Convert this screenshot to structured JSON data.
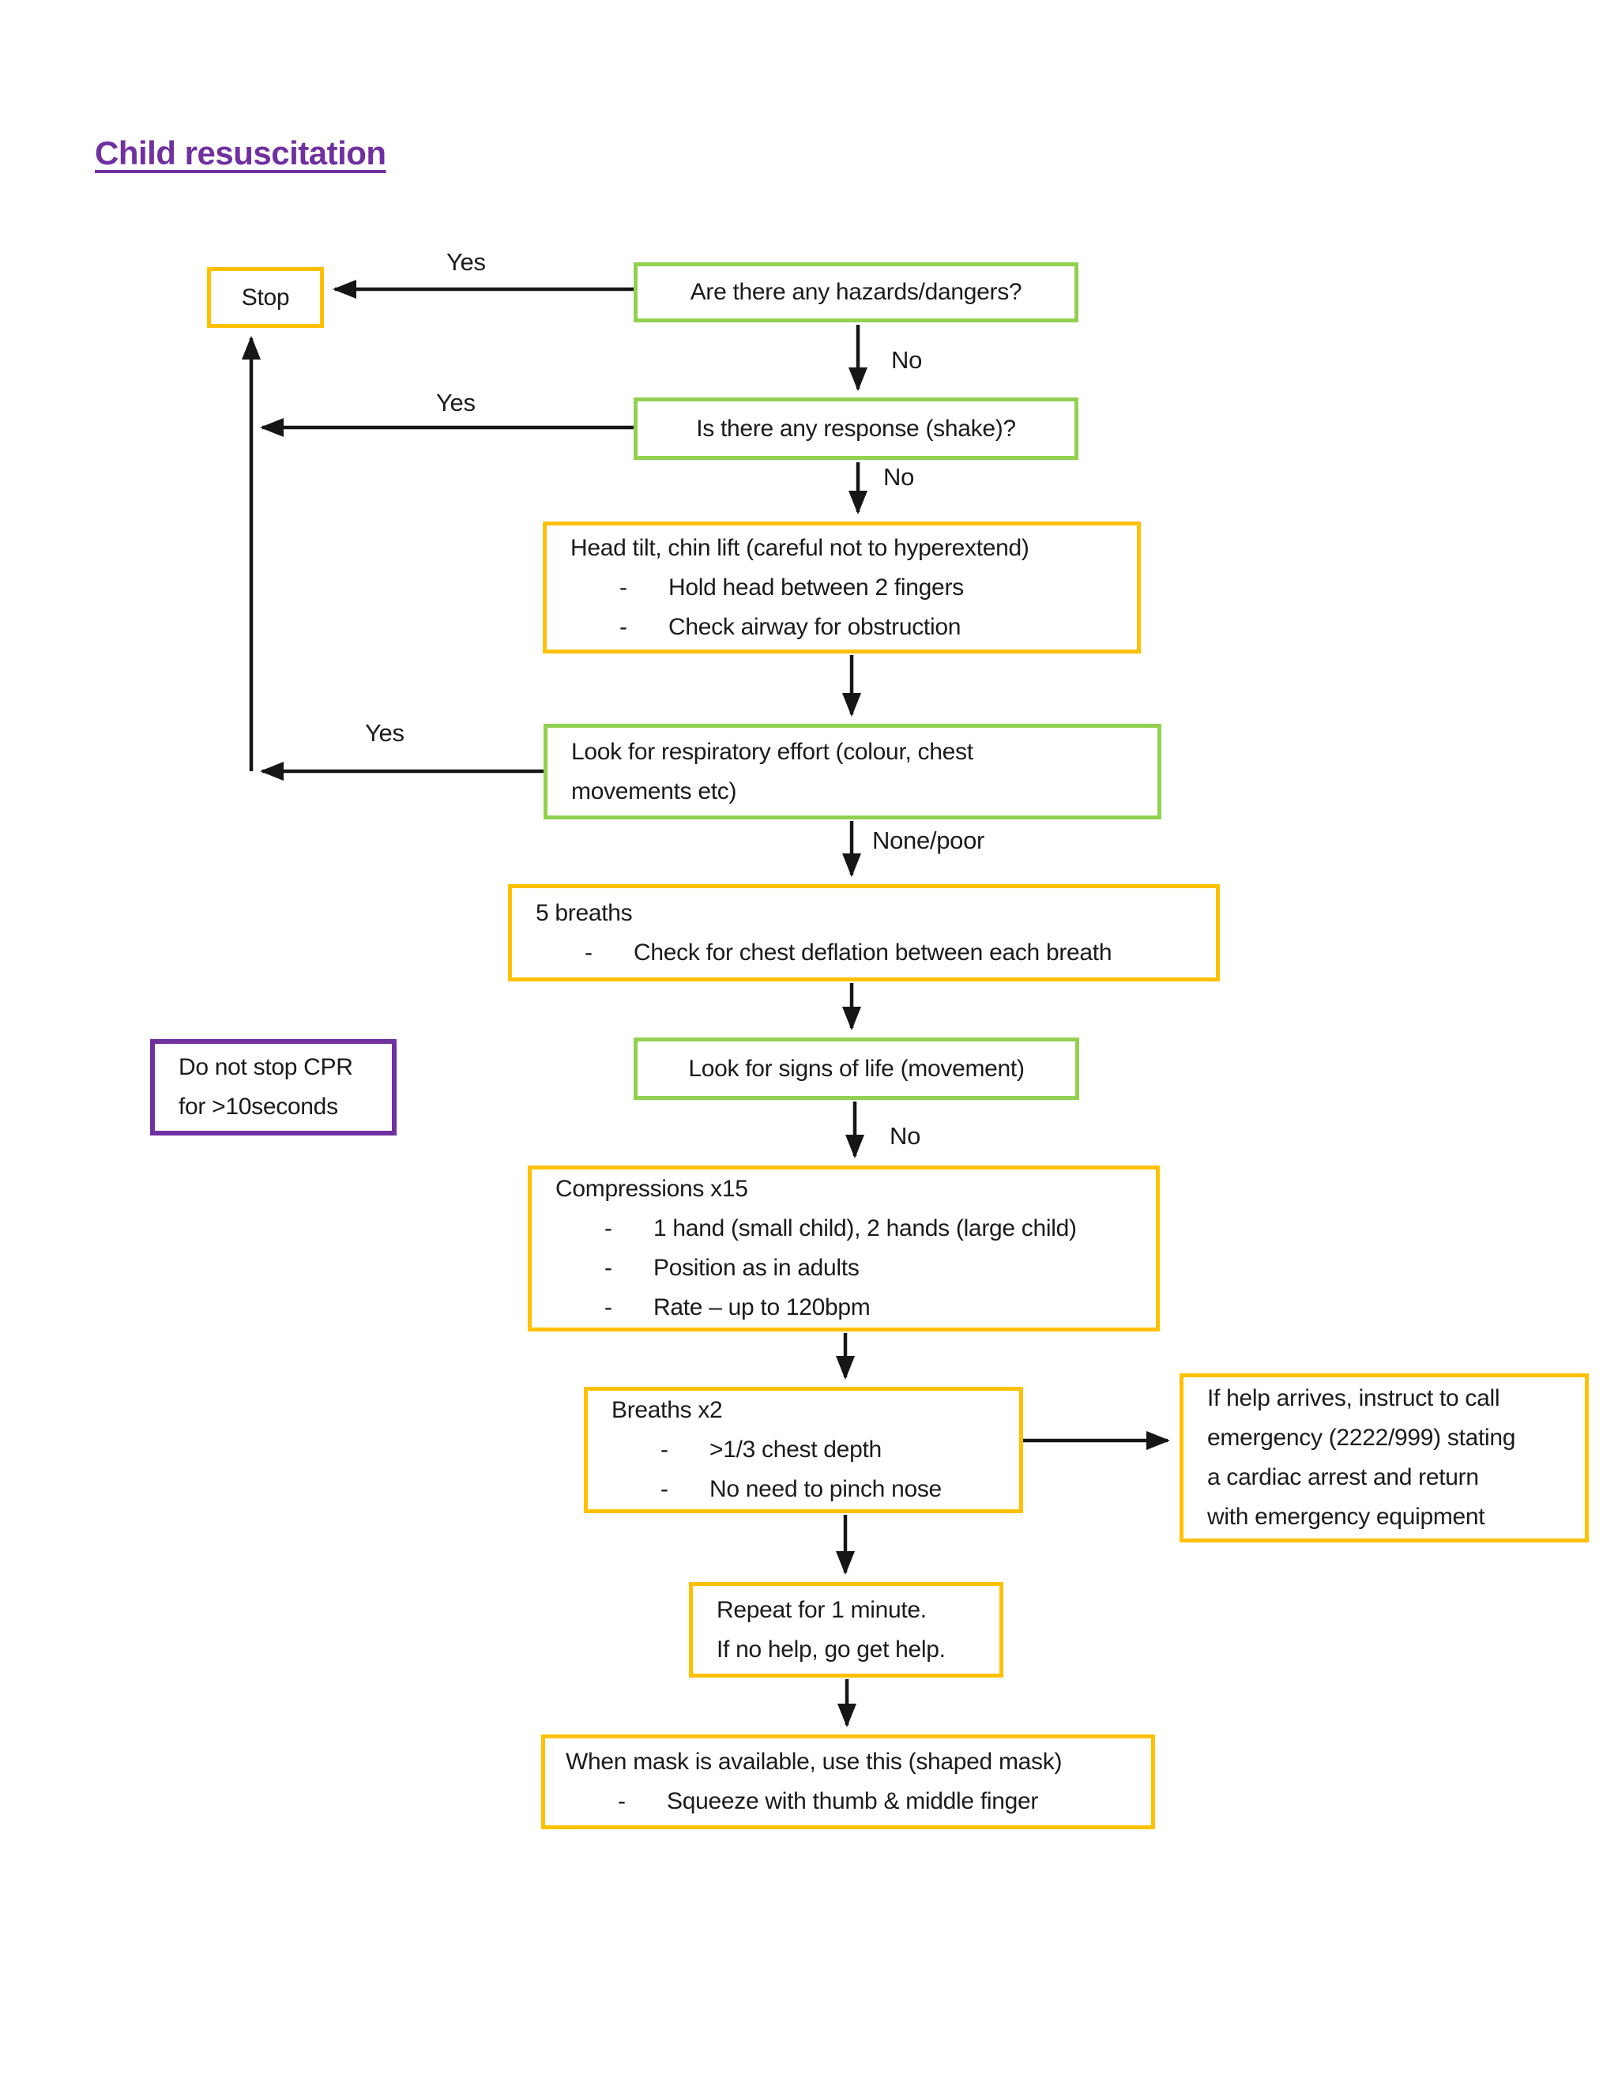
{
  "title": "Child resuscitation",
  "bullet_marker": "-",
  "colors": {
    "box_green_border": "#92d050",
    "box_yellow_border": "#ffc000",
    "box_purple_border": "#7030a0",
    "title_purple": "#7030a0",
    "arrow_black": "#161616"
  },
  "labels": {
    "yes_hazards": "Yes",
    "no_hazards": "No",
    "yes_response": "Yes",
    "no_response": "No",
    "yes_respiratory": "Yes",
    "none_poor": "None/poor",
    "no_signs": "No"
  },
  "boxes": {
    "stop": {
      "text": "Stop"
    },
    "hazards": {
      "text": "Are there any hazards/dangers?"
    },
    "response": {
      "text": "Is there any response (shake)?"
    },
    "head_tilt": {
      "line1": "Head tilt, chin lift (careful not to hyperextend)",
      "bullets": [
        "Hold head between 2 fingers",
        "Check airway for obstruction"
      ]
    },
    "respiratory": {
      "lines": [
        "Look for respiratory effort (colour, chest",
        "movements etc)"
      ]
    },
    "five_breaths": {
      "line1": "5 breaths",
      "bullets": [
        "Check for chest deflation between each breath"
      ]
    },
    "do_not_stop": {
      "lines": [
        "Do not stop CPR",
        "for >10seconds"
      ]
    },
    "signs_of_life": {
      "text": "Look for signs of life (movement)"
    },
    "compressions": {
      "line1": "Compressions x15",
      "bullets": [
        "1 hand (small child), 2 hands (large child)",
        "Position as in adults",
        "Rate – up to 120bpm"
      ]
    },
    "breaths": {
      "line1": "Breaths x2",
      "bullets": [
        ">1/3 chest depth",
        "No need to pinch nose"
      ]
    },
    "if_help": {
      "lines": [
        "If help arrives, instruct to call",
        "emergency (2222/999) stating",
        "a cardiac arrest and return",
        "with emergency equipment"
      ]
    },
    "repeat": {
      "lines": [
        "Repeat for 1 minute.",
        "If no help, go get help."
      ]
    },
    "mask": {
      "line1": "When mask is available, use this (shaped mask)",
      "bullets": [
        "Squeeze with thumb & middle finger"
      ]
    }
  }
}
